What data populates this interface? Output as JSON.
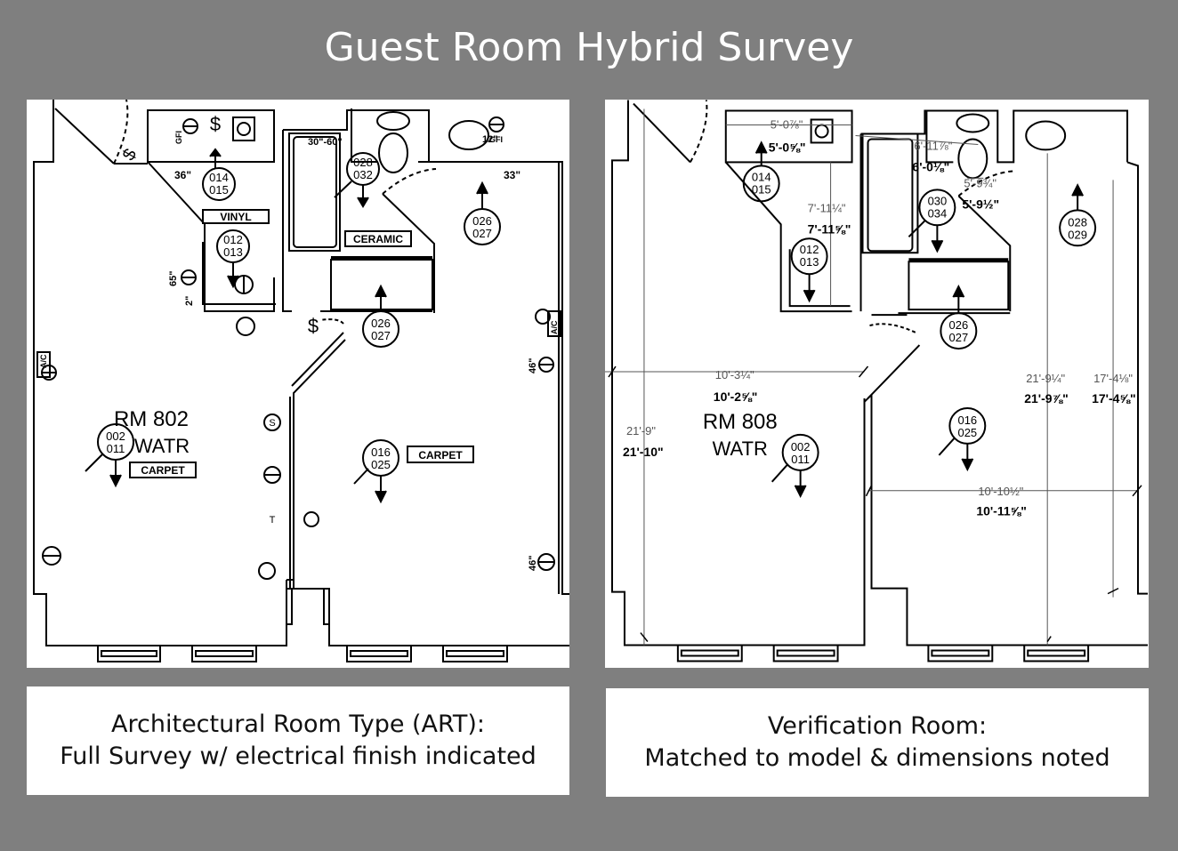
{
  "title": "Guest Room Hybrid Survey",
  "left_plan": {
    "room_number": "RM  802",
    "room_use": "WATR",
    "finish_labels": {
      "vinyl": "VINYL",
      "ceramic": "CERAMIC",
      "carpet_main": "CARPET",
      "carpet_right": "CARPET"
    },
    "dims": {
      "d36": "36\"",
      "d30_60": "30\"-60\"",
      "d33": "33\"",
      "d65": "65\"",
      "d2": "2\"",
      "d12": "12\"",
      "d46a": "46\"",
      "d46b": "46\""
    },
    "tags": {
      "t1": [
        "014",
        "015"
      ],
      "t2": [
        "028",
        "032"
      ],
      "t3": [
        "012",
        "013"
      ],
      "t4": [
        "026",
        "027"
      ],
      "t5": [
        "026",
        "027"
      ],
      "t6": [
        "002",
        "011"
      ],
      "t7": [
        "016",
        "025"
      ]
    },
    "symbols": {
      "gfi_a": "GFI",
      "gfi_b": "GFI",
      "switch": "S",
      "thermostat": "T",
      "dollar_a": "$",
      "dollar_b": "$",
      "dollar_c": "$",
      "ac_a": "A/C",
      "ac_b": "A/C"
    }
  },
  "right_plan": {
    "room_number": "RM  808",
    "room_use": "WATR",
    "tags": {
      "t1": [
        "014",
        "015"
      ],
      "t2": [
        "030",
        "034"
      ],
      "t3": [
        "012",
        "013"
      ],
      "t4": [
        "028",
        "029"
      ],
      "t5": [
        "026",
        "027"
      ],
      "t6": [
        "016",
        "025"
      ],
      "t7": [
        "002",
        "011"
      ]
    },
    "dims": {
      "vanity_model": "5'-0⅞\"",
      "vanity_field": "5'-0⅝\"",
      "tub_model": "6'-11⅞\"",
      "tub_field": "6'-0⅛\"",
      "wc_model": "5'-9¾\"",
      "wc_field": "5'-9½\"",
      "bath_depth_model": "7'-11¼\"",
      "bath_depth_field": "7'-11⅝\"",
      "width_top_model": "10'-3¼\"",
      "width_top_field": "10'-2⅝\"",
      "height_left_model": "21'-9\"",
      "height_left_field": "21'-10\"",
      "width_bot_model": "10'-10½\"",
      "width_bot_field": "10'-11⅝\"",
      "height_mid_model": "21'-9¼\"",
      "height_mid_field": "21'-9⅞\"",
      "height_right_model": "17'-4⅛\"",
      "height_right_field": "17'-4⅝\""
    }
  },
  "captions": {
    "left_line1": "Architectural Room Type (ART):",
    "left_line2": "Full Survey w/ electrical finish indicated",
    "right_line1": "Verification Room:",
    "right_line2": "Matched to model & dimensions noted"
  },
  "colors": {
    "background": "#7f7f7f",
    "panel": "#ffffff",
    "ink": "#000000",
    "dimension_ink": "#555555"
  }
}
